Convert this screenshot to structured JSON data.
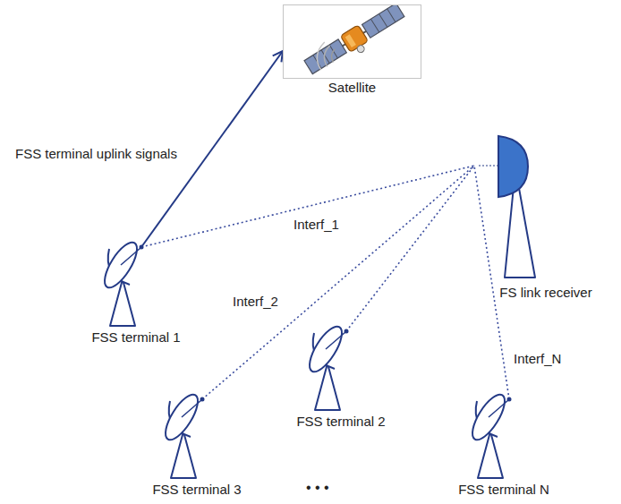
{
  "diagram": {
    "nodes": [
      {
        "text": [
          "Satellite"
        ]
      },
      {
        "text": [
          "FSS terminal 1"
        ]
      },
      {
        "text": [
          "FSS terminal 2"
        ]
      },
      {
        "text": [
          "FSS terminal 3"
        ]
      },
      {
        "text": [
          "FSS terminal N"
        ]
      },
      {
        "text": [
          "FS link receiver"
        ]
      }
    ],
    "edges": [
      {
        "from": 1,
        "to": 0,
        "arrow": "to",
        "label": "FSS terminal uplink signals"
      },
      {
        "from": 1,
        "to": 5,
        "arrow": "none",
        "label": "Interf_1"
      },
      {
        "from": 3,
        "to": 5,
        "arrow": "none",
        "label": "Interf_2"
      },
      {
        "from": 2,
        "to": 5,
        "arrow": "none"
      },
      {
        "from": 4,
        "to": 5,
        "arrow": "none",
        "label": "Interf_N"
      }
    ],
    "labels": [
      "• • •"
    ]
  }
}
